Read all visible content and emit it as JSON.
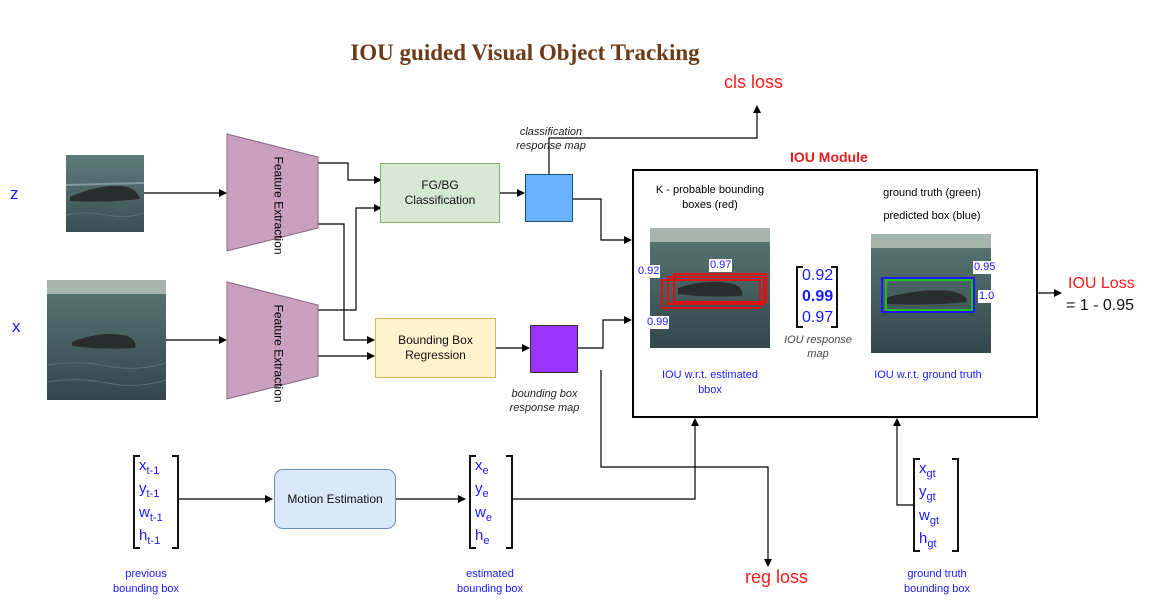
{
  "title": "IOU guided Visual Object Tracking",
  "inputs": {
    "z": "z",
    "x": "x"
  },
  "feature_extraction": "Feature Extraction",
  "fgbg": "FG/BG Classification",
  "bbox_regression": "Bounding Box Regression",
  "cls_map_label": "classification response map",
  "bbox_map_label": "bounding box response map",
  "cls_loss": "cls loss",
  "reg_loss": "reg loss",
  "iou_module": {
    "title": "IOU Module",
    "kprobable": "K - probable bounding boxes (red)",
    "gt_label": "ground truth (green)",
    "pred_label": "predicted box (blue)",
    "scores": [
      "0.92",
      "0.97",
      "0.99"
    ],
    "vector": [
      "0.92",
      "0.99",
      "0.97"
    ],
    "iou_response_map": "IOU response map",
    "iou_est": "IOU w.r.t. estimated bbox",
    "iou_gt": "IOU w.r.t. ground truth",
    "gt_scores": [
      "0.95",
      "1.0"
    ]
  },
  "iou_loss": {
    "title": "IOU Loss",
    "formula": "= 1 - 0.95"
  },
  "motion_estimation": "Motion Estimation",
  "prev_box": {
    "label": "previous bounding box",
    "entries": [
      [
        "x",
        "t-1"
      ],
      [
        "y",
        "t-1"
      ],
      [
        "w",
        "t-1"
      ],
      [
        "h",
        "t-1"
      ]
    ]
  },
  "est_box": {
    "label": "estimated bounding box",
    "entries": [
      [
        "x",
        "e"
      ],
      [
        "y",
        "e"
      ],
      [
        "w",
        "e"
      ],
      [
        "h",
        "e"
      ]
    ]
  },
  "gt_box": {
    "label": "ground truth bounding box",
    "entries": [
      [
        "x",
        "gt"
      ],
      [
        "y",
        "gt"
      ],
      [
        "w",
        "gt"
      ],
      [
        "h",
        "gt"
      ]
    ]
  },
  "colors": {
    "feature": "#c9a0bd",
    "fgbg_fill": "#d5e8d4",
    "fgbg_border": "#82b366",
    "bbox_fill": "#fff2cc",
    "bbox_border": "#d6b656",
    "cls_map": "#66b2ff",
    "bbox_map": "#9933ff",
    "motion_fill": "#dae8fc",
    "motion_border": "#6c8ebf"
  }
}
